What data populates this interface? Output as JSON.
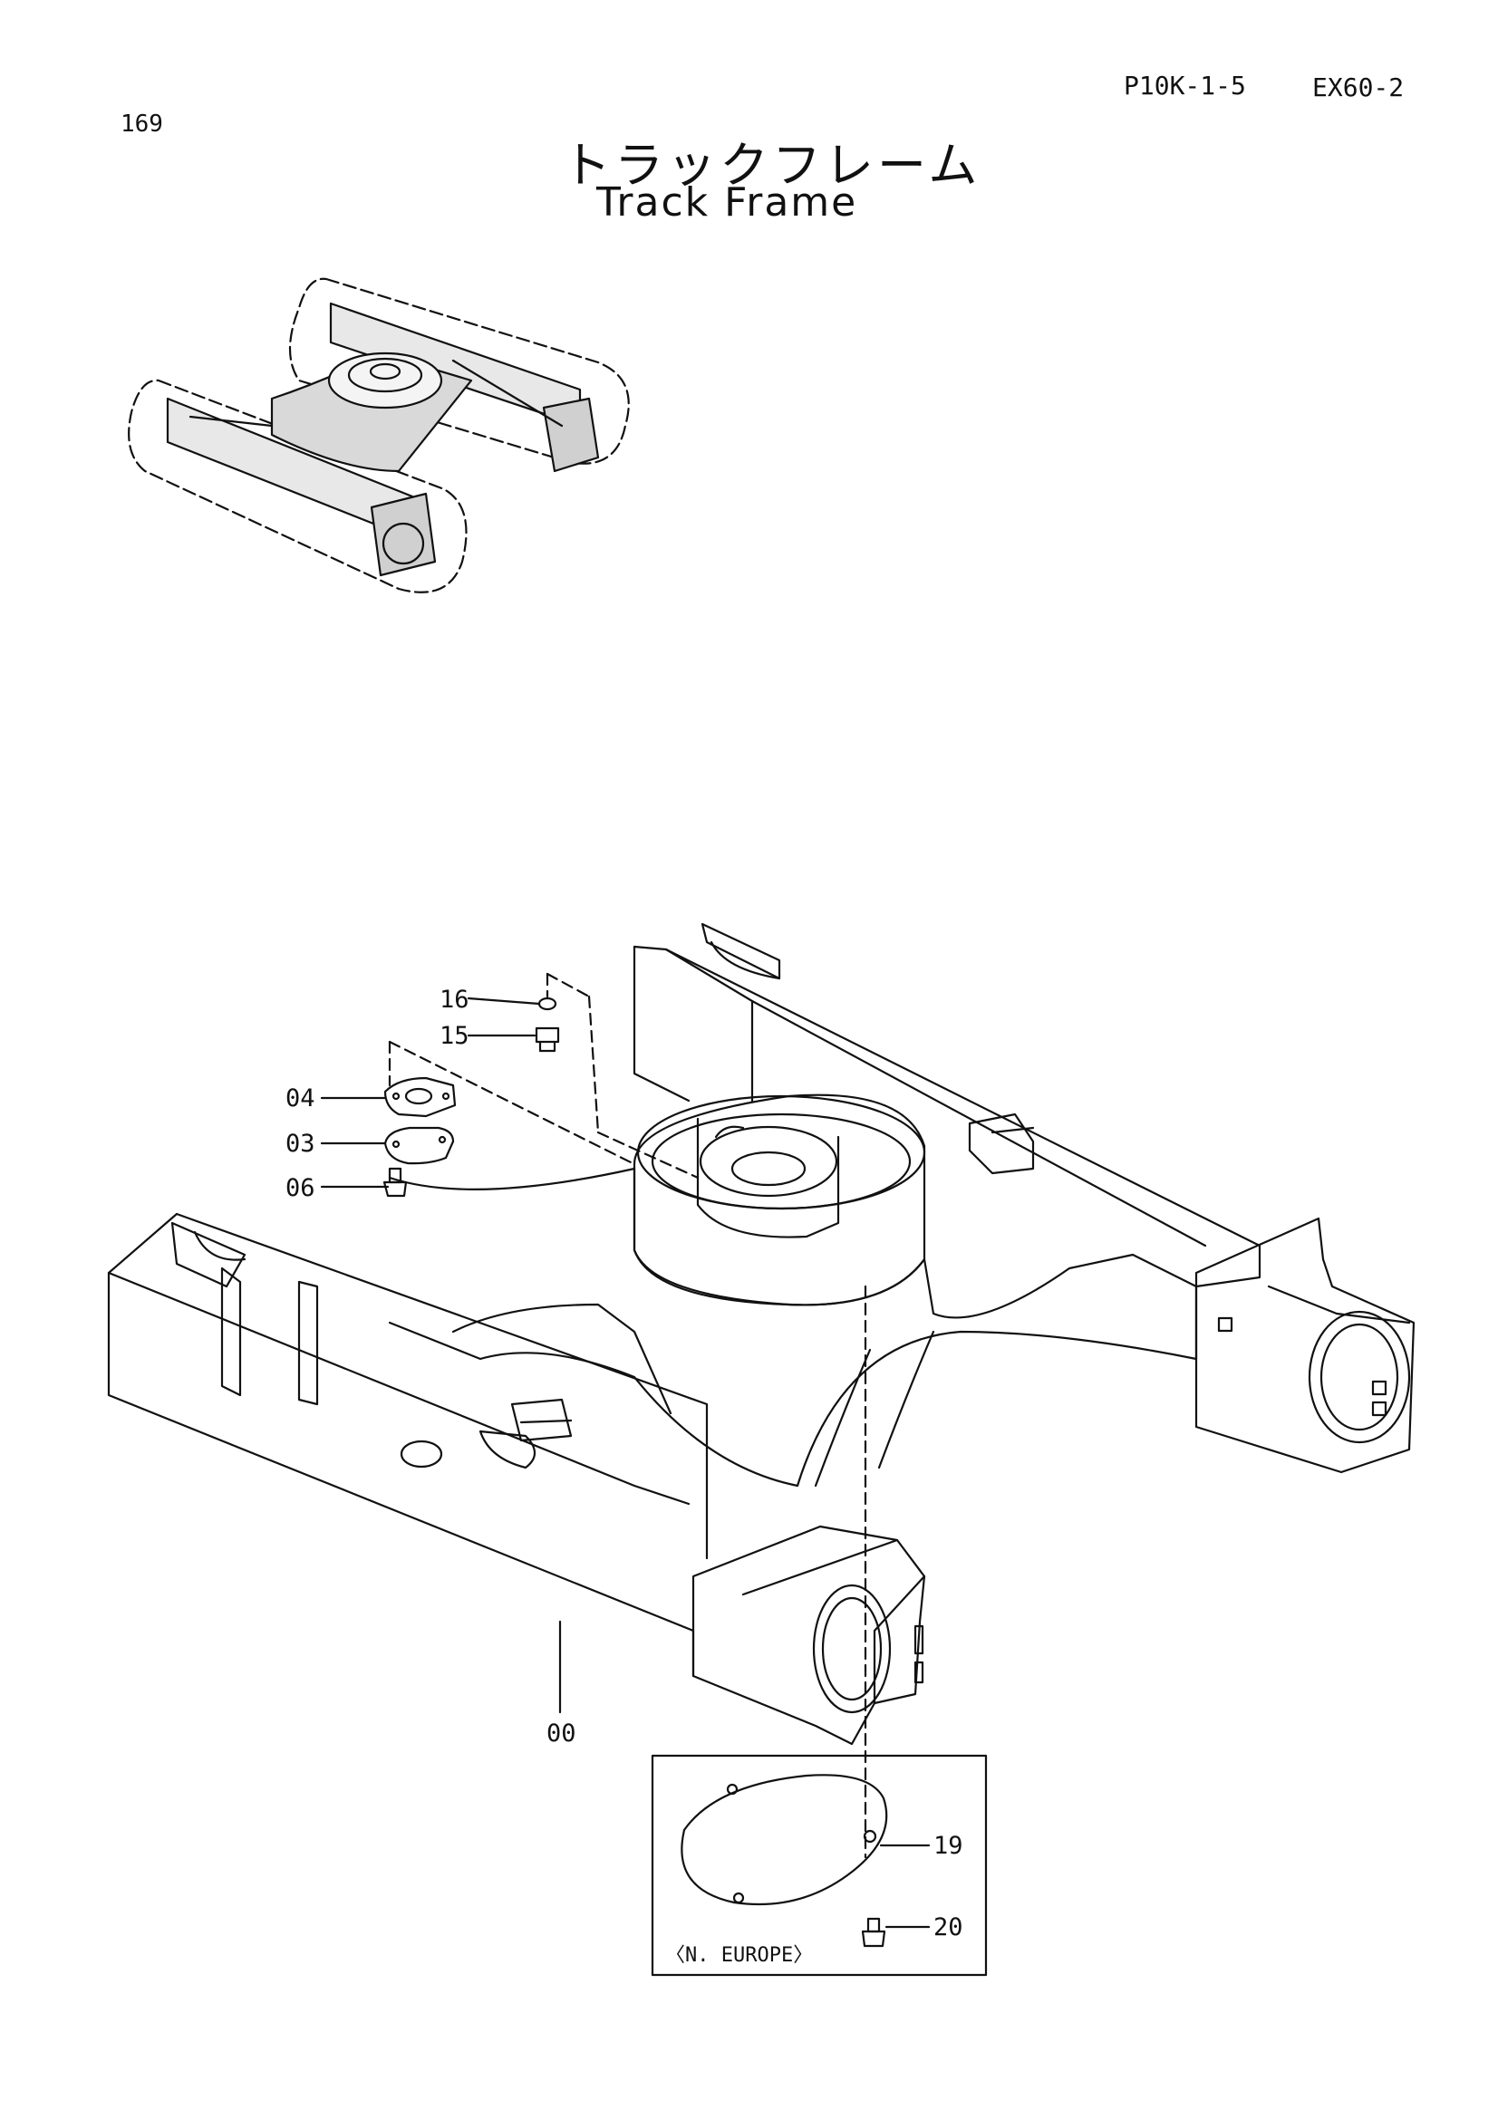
{
  "header": {
    "page_number": "169",
    "catalog_code": "P10K-1-5",
    "model_code": "EX60-2",
    "title_jp": "トラックフレーム",
    "title_en": "Track Frame"
  },
  "callouts": [
    {
      "id": "16",
      "label": "16"
    },
    {
      "id": "15",
      "label": "15"
    },
    {
      "id": "04",
      "label": "04"
    },
    {
      "id": "03",
      "label": "03"
    },
    {
      "id": "06",
      "label": "06"
    },
    {
      "id": "00",
      "label": "00"
    },
    {
      "id": "19",
      "label": "19"
    },
    {
      "id": "20",
      "label": "20"
    }
  ],
  "inset": {
    "label": "〈N. EUROPE〉"
  }
}
